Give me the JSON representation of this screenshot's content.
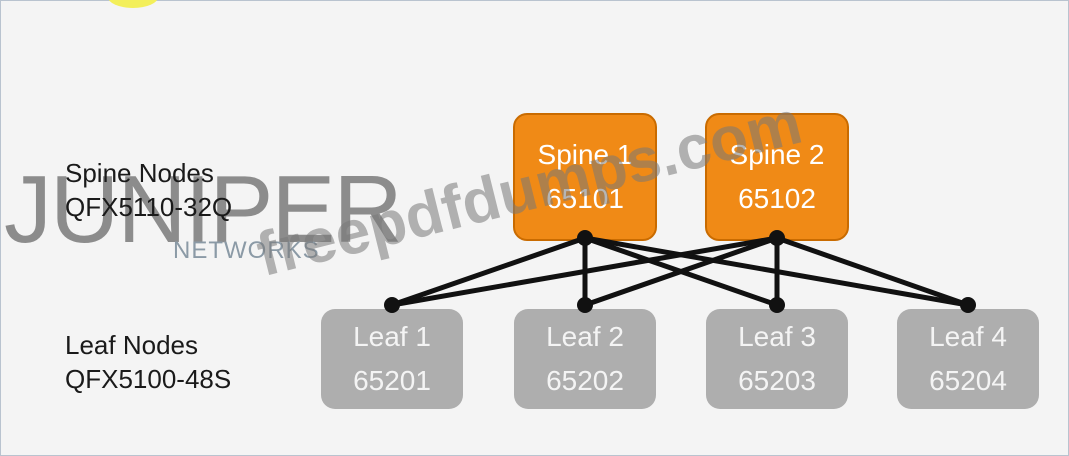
{
  "labels": {
    "spine_title": "Spine Nodes",
    "spine_model": "QFX5110-32Q",
    "leaf_title": "Leaf Nodes",
    "leaf_model": "QFX5100-48S"
  },
  "spines": [
    {
      "name": "Spine 1",
      "asn": "65101"
    },
    {
      "name": "Spine 2",
      "asn": "65102"
    }
  ],
  "leaves": [
    {
      "name": "Leaf 1",
      "asn": "65201"
    },
    {
      "name": "Leaf 2",
      "asn": "65202"
    },
    {
      "name": "Leaf 3",
      "asn": "65203"
    },
    {
      "name": "Leaf 4",
      "asn": "65204"
    }
  ],
  "links": [
    [
      "Spine 1",
      "Leaf 1"
    ],
    [
      "Spine 1",
      "Leaf 2"
    ],
    [
      "Spine 1",
      "Leaf 3"
    ],
    [
      "Spine 1",
      "Leaf 4"
    ],
    [
      "Spine 2",
      "Leaf 1"
    ],
    [
      "Spine 2",
      "Leaf 2"
    ],
    [
      "Spine 2",
      "Leaf 3"
    ],
    [
      "Spine 2",
      "Leaf 4"
    ]
  ],
  "logo": {
    "word": "JUNIPER",
    "sub": "NETWORKS"
  },
  "watermark": "freepdfdumps.com",
  "colors": {
    "spine": "#f08a16",
    "leaf": "#aeaeae",
    "link": "#111111"
  }
}
